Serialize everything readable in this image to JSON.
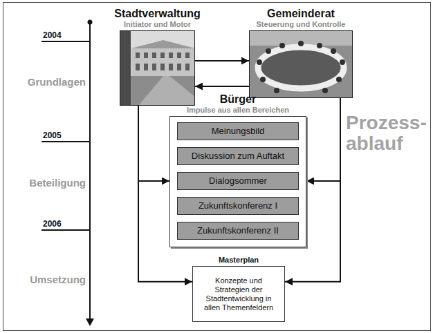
{
  "diagram": {
    "nodes": [
      {
        "text": [
          "Stadtverwaltung",
          "Initiator und Motor"
        ]
      },
      {
        "text": [
          "Gemeinderat",
          "Steuerung und Kontrolle"
        ]
      },
      {
        "text": [
          "Bürger",
          "Impulse aus allen Bereichen"
        ]
      },
      {
        "text": [
          "Meinungsbild"
        ],
        "in": 2
      },
      {
        "text": [
          "Diskussion zum Auftakt"
        ],
        "in": 2
      },
      {
        "text": [
          "Dialogsommer"
        ],
        "in": 2
      },
      {
        "text": [
          "Zukunftskonferenz I"
        ],
        "in": 2
      },
      {
        "text": [
          "Zukunftskonferenz II"
        ],
        "in": 2
      },
      {
        "text": [
          "Masterplan",
          "Konzepte und Strategien der Stadtentwicklung in allen Themenfeldern"
        ]
      }
    ],
    "edges": [
      {
        "from": 0,
        "to": 1,
        "arrow": "to"
      },
      {
        "from": 1,
        "to": 0,
        "arrow": "to"
      },
      {
        "from": 0,
        "to": 2,
        "arrow": "to"
      },
      {
        "from": 1,
        "to": 2,
        "arrow": "to"
      },
      {
        "from": 0,
        "to": 8,
        "arrow": "to"
      },
      {
        "from": 1,
        "to": 8,
        "arrow": "to"
      }
    ],
    "labels": [
      "2004",
      "Grundlagen",
      "2005",
      "Beteiligung",
      "2006",
      "Umsetzung",
      "Prozess- ablauf"
    ]
  }
}
